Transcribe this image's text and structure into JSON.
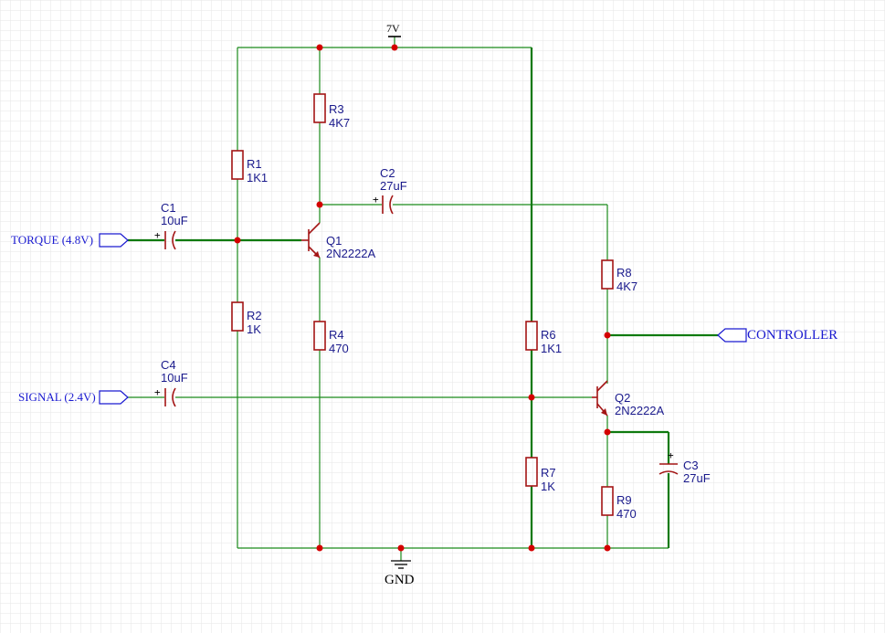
{
  "power": {
    "label": "7V"
  },
  "ground": {
    "label": "GND"
  },
  "ports": {
    "torque": "TORQUE (4.8V)",
    "signal": "SIGNAL (2.4V)",
    "controller": "CONTROLLER"
  },
  "components": {
    "r1": {
      "ref": "R1",
      "value": "1K1"
    },
    "r2": {
      "ref": "R2",
      "value": "1K"
    },
    "r3": {
      "ref": "R3",
      "value": "4K7"
    },
    "r4": {
      "ref": "R4",
      "value": "470"
    },
    "r6": {
      "ref": "R6",
      "value": "1K1"
    },
    "r7": {
      "ref": "R7",
      "value": "1K"
    },
    "r8": {
      "ref": "R8",
      "value": "4K7"
    },
    "r9": {
      "ref": "R9",
      "value": "470"
    },
    "c1": {
      "ref": "C1",
      "value": "10uF"
    },
    "c2": {
      "ref": "C2",
      "value": "27uF"
    },
    "c3": {
      "ref": "C3",
      "value": "27uF"
    },
    "c4": {
      "ref": "C4",
      "value": "10uF"
    },
    "q1": {
      "ref": "Q1",
      "value": "2N2222A"
    },
    "q2": {
      "ref": "Q2",
      "value": "2N2222A"
    }
  },
  "colors": {
    "wire": "#1a8a1a",
    "component": "#a31515",
    "junction": "#d40000",
    "label": "#1a1a8c",
    "port": "#1a1ad0",
    "grid": "#e6e6e6"
  }
}
